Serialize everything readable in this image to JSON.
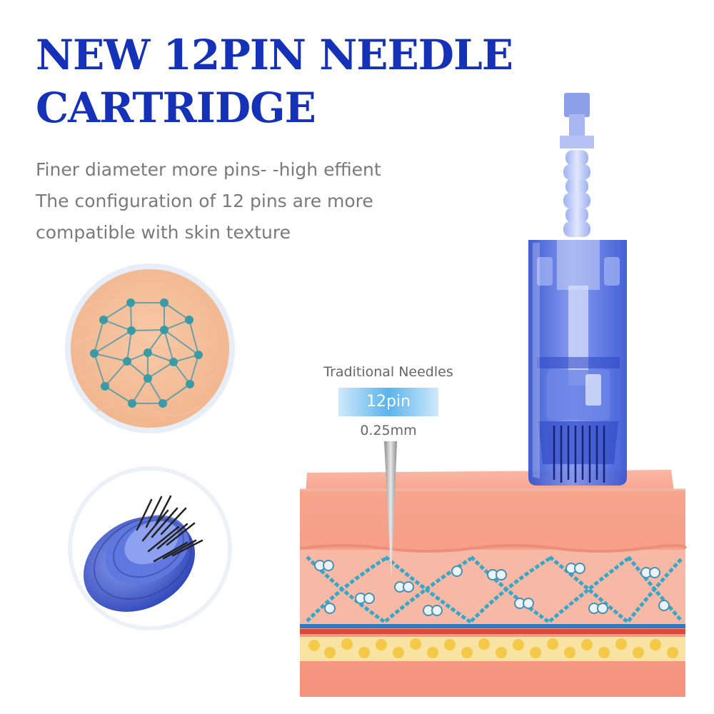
{
  "headline": {
    "line1": "NEW 12PIN NEEDLE",
    "line2": "CARTRIDGE"
  },
  "description": {
    "line1": "Finer diameter more pins- -high effient",
    "line2": "The configuration of 12 pins are more",
    "line3": "compatible with skin texture"
  },
  "needle_label": {
    "traditional": "Traditional Needles",
    "pin_count": "12pin",
    "diameter": "0.25mm"
  },
  "colors": {
    "headline": "#1431b8",
    "body_text": "#7a7a7a",
    "cartridge_blue": "#3f5fdc",
    "skin": "#f6a48c",
    "fiber": "#35a8c8",
    "fat": "#f4c94a"
  }
}
